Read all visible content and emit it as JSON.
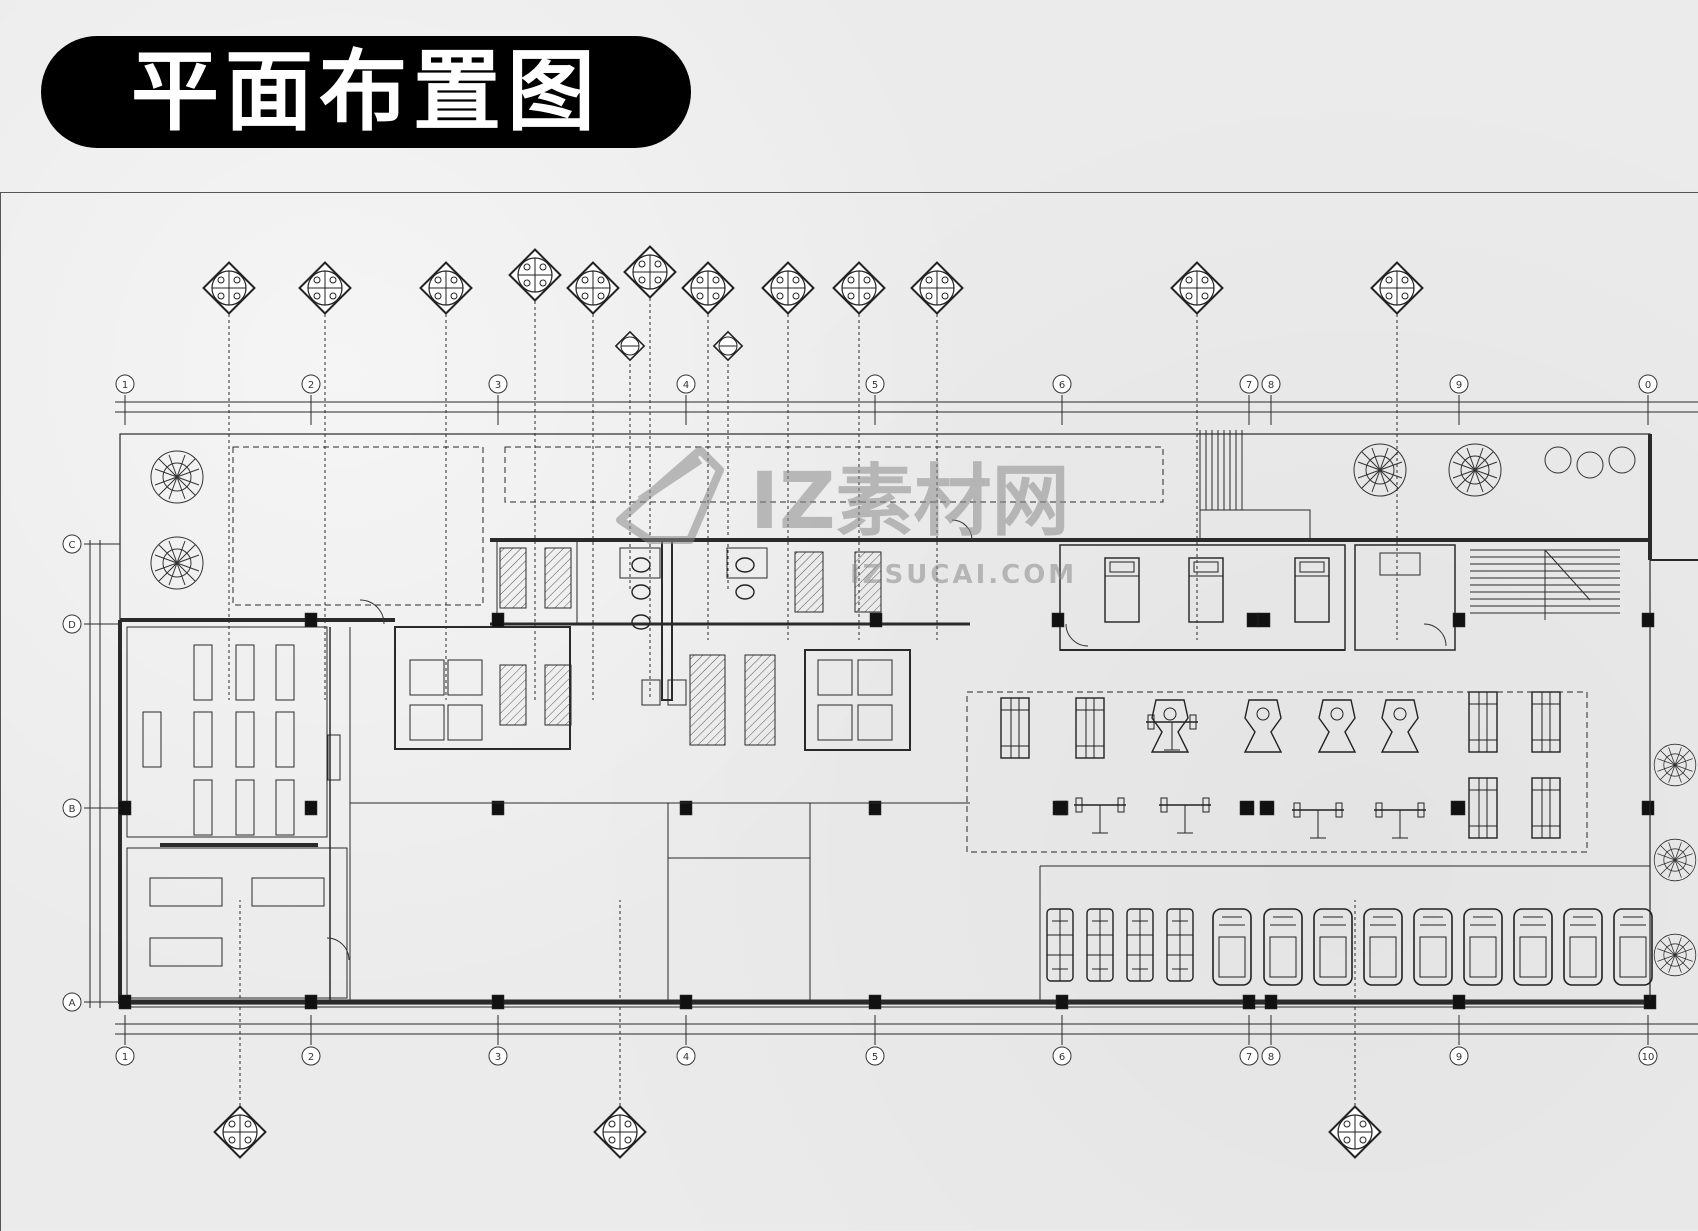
{
  "title": "平面布置图",
  "watermark": {
    "brand": "IZ素材网",
    "url": "IZSUCAI.COM"
  },
  "grid": {
    "top_labels": [
      "1",
      "2",
      "3",
      "4",
      "5",
      "6",
      "7",
      "8",
      "9",
      "0"
    ],
    "bottom_labels": [
      "1",
      "2",
      "3",
      "4",
      "5",
      "6",
      "7",
      "8",
      "9",
      "10"
    ],
    "left_labels": [
      "C",
      "D",
      "B",
      "A"
    ]
  },
  "colors": {
    "pill": "#000000",
    "pill_text": "#ffffff",
    "ink": "#2a2a2a",
    "paper": "#ebebeb",
    "watermark": "#9a9a9a"
  }
}
